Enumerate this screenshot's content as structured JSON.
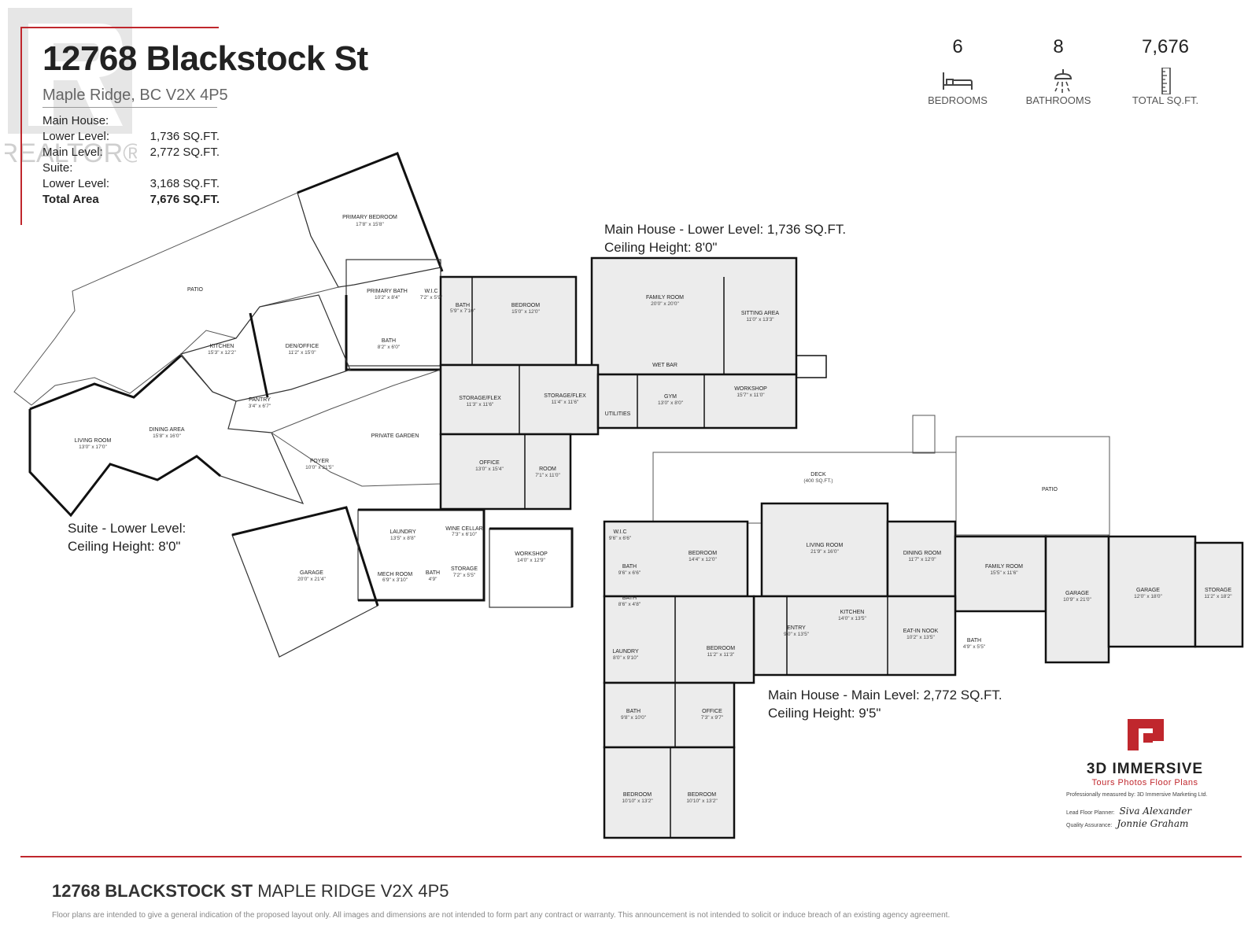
{
  "header": {
    "title": "12768 Blackstock St",
    "subtitle": "Maple Ridge, BC V2X 4P5",
    "watermark": "REALTOR®"
  },
  "areas": {
    "main_house_label": "Main House:",
    "main_lower_label": "Lower Level:",
    "main_lower_value": "1,736 SQ.FT.",
    "main_main_label": "Main Level:",
    "main_main_value": "2,772 SQ.FT.",
    "suite_label": "Suite:",
    "suite_lower_label": "Lower Level:",
    "suite_lower_value": "3,168 SQ.FT.",
    "total_label": "Total Area",
    "total_value": "7,676 SQ.FT."
  },
  "stats": {
    "bedrooms_value": "6",
    "bedrooms_label": "BEDROOMS",
    "bathrooms_value": "8",
    "bathrooms_label": "BATHROOMS",
    "sqft_value": "7,676",
    "sqft_label": "TOTAL SQ.FT."
  },
  "floor_notes": {
    "main_lower_line1": "Main House - Lower Level: 1,736 SQ.FT.",
    "main_lower_line2": "Ceiling Height: 8'0\"",
    "suite_line1": "Suite - Lower Level:",
    "suite_line2": "Ceiling Height: 8'0\"",
    "main_main_line1": "Main House - Main Level: 2,772 SQ.FT.",
    "main_main_line2": "Ceiling Height: 9'5\""
  },
  "rooms": {
    "primary_bedroom": {
      "label": "PRIMARY BEDROOM",
      "dim": "17'8\" x 15'8\""
    },
    "patio_suite": {
      "label": "PATIO"
    },
    "primary_bath": {
      "label": "PRIMARY BATH",
      "dim": "10'2\" x 8'4\""
    },
    "wic_suite": {
      "label": "W.I.C",
      "dim": "7'2\" x 5'9\""
    },
    "bath_suite1": {
      "label": "BATH",
      "dim": "8'2\" x 6'0\""
    },
    "kitchen_suite": {
      "label": "KITCHEN",
      "dim": "15'3\" x 12'2\""
    },
    "den_office": {
      "label": "DEN/OFFICE",
      "dim": "11'2\" x 15'0\""
    },
    "pantry": {
      "label": "PANTRY",
      "dim": "3'4\" x 6'7\""
    },
    "living_room_suite": {
      "label": "LIVING ROOM",
      "dim": "13'0\" x 17'0\""
    },
    "dining_area": {
      "label": "DINING AREA",
      "dim": "15'8\" x 16'0\""
    },
    "private_garden": {
      "label": "PRIVATE GARDEN"
    },
    "foyer": {
      "label": "FOYER",
      "dim": "10'0\" x 21'5\""
    },
    "garage_suite": {
      "label": "GARAGE",
      "dim": "20'0\" x 21'4\""
    },
    "laundry_suite": {
      "label": "LAUNDRY",
      "dim": "13'5\" x 8'8\""
    },
    "mech_room": {
      "label": "MECH ROOM",
      "dim": "6'9\" x 3'10\""
    },
    "wine_cellar": {
      "label": "WINE CELLAR",
      "dim": "7'3\" x 6'10\""
    },
    "storage_small": {
      "label": "STORAGE",
      "dim": "7'2\" x 5'5\""
    },
    "bath_tiny": {
      "label": "BATH",
      "dim": "4'9\""
    },
    "bath_lower": {
      "label": "BATH",
      "dim": "5'9\" x 7'10\""
    },
    "bedroom_lower": {
      "label": "BEDROOM",
      "dim": "15'0\" x 12'0\""
    },
    "family_room_lower": {
      "label": "FAMILY ROOM",
      "dim": "20'0\" x 20'0\""
    },
    "sitting_area": {
      "label": "SITTING AREA",
      "dim": "11'0\" x 13'3\""
    },
    "wet_bar": {
      "label": "WET BAR"
    },
    "storage_flex1": {
      "label": "STORAGE/FLEX",
      "dim": "11'3\" x 11'6\""
    },
    "storage_flex2": {
      "label": "STORAGE/FLEX",
      "dim": "11'4\" x 11'6\""
    },
    "utilities": {
      "label": "UTILITIES"
    },
    "gym": {
      "label": "GYM",
      "dim": "13'0\" x 8'0\""
    },
    "workshop_lower": {
      "label": "WORKSHOP",
      "dim": "15'7\" x 11'0\""
    },
    "office_lower": {
      "label": "OFFICE",
      "dim": "13'0\" x 15'4\""
    },
    "room_lower": {
      "label": "ROOM",
      "dim": "7'1\" x 11'0\""
    },
    "workshop_suite": {
      "label": "WORKSHOP",
      "dim": "14'0\" x 12'9\""
    },
    "deck": {
      "label": "DECK",
      "dim": "(400 SQ.FT.)"
    },
    "patio_main": {
      "label": "PATIO"
    },
    "wic_main": {
      "label": "W.I.C",
      "dim": "9'6\" x 6'6\""
    },
    "bedroom_main1": {
      "label": "BEDROOM",
      "dim": "14'4\" x 12'0\""
    },
    "living_room_main": {
      "label": "LIVING ROOM",
      "dim": "21'9\" x 16'0\""
    },
    "dining_room_main": {
      "label": "DINING ROOM",
      "dim": "11'7\" x 12'0\""
    },
    "family_room_main": {
      "label": "FAMILY ROOM",
      "dim": "15'5\" x 11'6\""
    },
    "garage_main1": {
      "label": "GARAGE",
      "dim": "10'9\" x 21'0\""
    },
    "garage_main2": {
      "label": "GARAGE",
      "dim": "12'0\" x 18'0\""
    },
    "storage_main": {
      "label": "STORAGE",
      "dim": "11'2\" x 18'2\""
    },
    "bath_main1": {
      "label": "BATH",
      "dim": "9'6\" x 6'6\""
    },
    "bath_main2": {
      "label": "BATH",
      "dim": "8'6\" x 4'8\""
    },
    "kitchen_main": {
      "label": "KITCHEN",
      "dim": "14'0\" x 13'5\""
    },
    "entry": {
      "label": "ENTRY",
      "dim": "9'0\" x 13'5\""
    },
    "eat_in_nook": {
      "label": "EAT-IN NOOK",
      "dim": "10'2\" x 13'5\""
    },
    "bath_main3": {
      "label": "BATH",
      "dim": "4'9\" x 5'5\""
    },
    "laundry_main": {
      "label": "LAUNDRY",
      "dim": "8'0\" x 9'10\""
    },
    "bedroom_main2": {
      "label": "BEDROOM",
      "dim": "11'2\" x 11'3\""
    },
    "bath_main4": {
      "label": "BATH",
      "dim": "9'8\" x 10'0\""
    },
    "office_main": {
      "label": "OFFICE",
      "dim": "7'3\" x 9'7\""
    },
    "bedroom_main3": {
      "label": "BEDROOM",
      "dim": "10'10\" x 13'2\""
    },
    "bedroom_main4": {
      "label": "BEDROOM",
      "dim": "10'10\" x 13'2\""
    }
  },
  "logo": {
    "brand": "3D IMMERSIVE",
    "tagline": "Tours  Photos  Floor Plans",
    "measured": "Professionally measured by: 3D Immersive Marketing Ltd.",
    "planner_label": "Lead Floor Planner:",
    "planner_sig": "Siva Alexander",
    "qa_label": "Quality Assurance:",
    "qa_sig": "Jonnie Graham",
    "accent": "#c0272d"
  },
  "footer": {
    "address_bold": "12768 BLACKSTOCK ST",
    "address_rest": " MAPLE RIDGE V2X 4P5",
    "disclaimer": "Floor plans are intended to give a general indication of the proposed layout only. All images and dimensions are not intended to form part any contract or warranty. This announcement is not intended to solicit or induce breach of an existing agency agreement."
  }
}
